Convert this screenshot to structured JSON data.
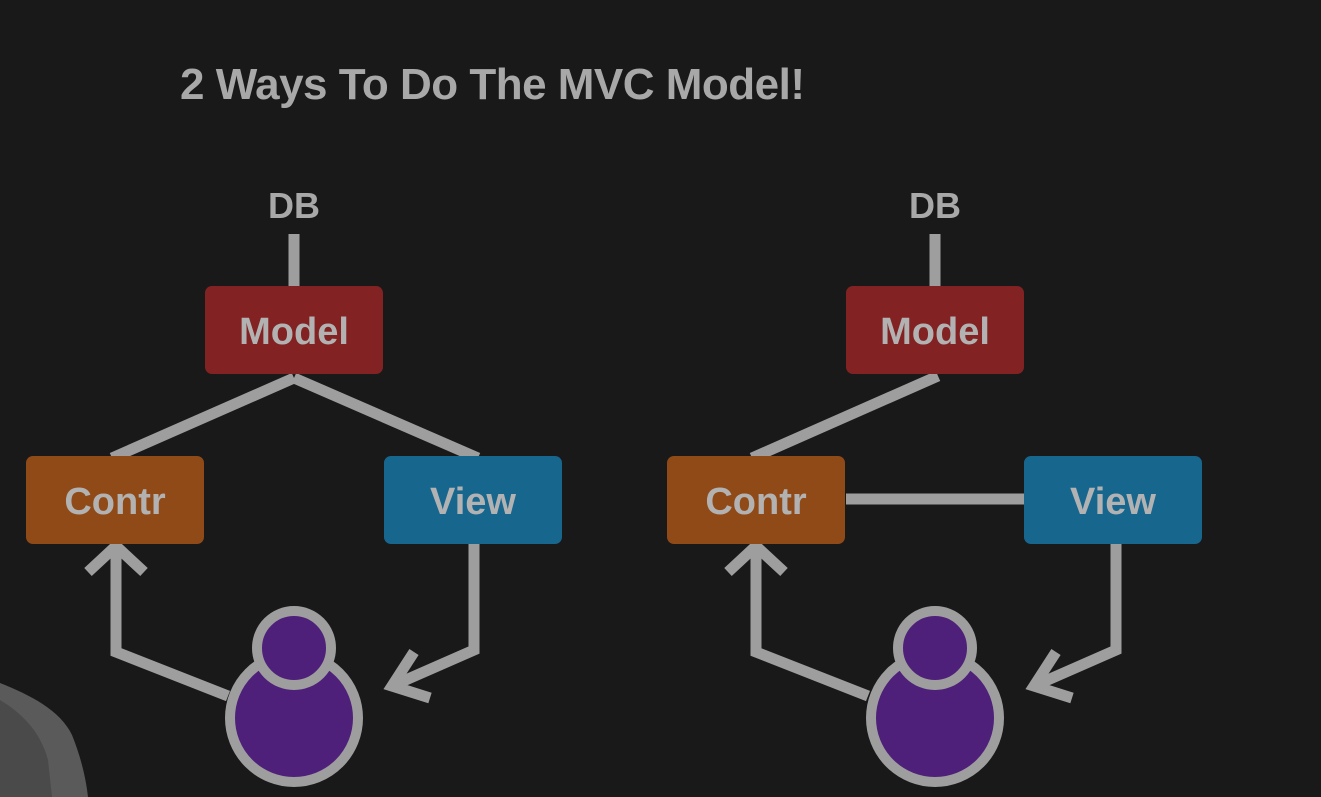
{
  "title": "2 Ways To Do The MVC Model!",
  "colors": {
    "model": "#822222",
    "controller": "#904a17",
    "view": "#17668e",
    "user": "#4e207a",
    "connector": "#9e9e9e",
    "background": "#191919"
  },
  "diagrams": [
    {
      "db_label": "DB",
      "model_label": "Model",
      "controller_label": "Contr",
      "view_label": "View",
      "user_icon": "user-icon"
    },
    {
      "db_label": "DB",
      "model_label": "Model",
      "controller_label": "Contr",
      "view_label": "View",
      "user_icon": "user-icon"
    }
  ]
}
